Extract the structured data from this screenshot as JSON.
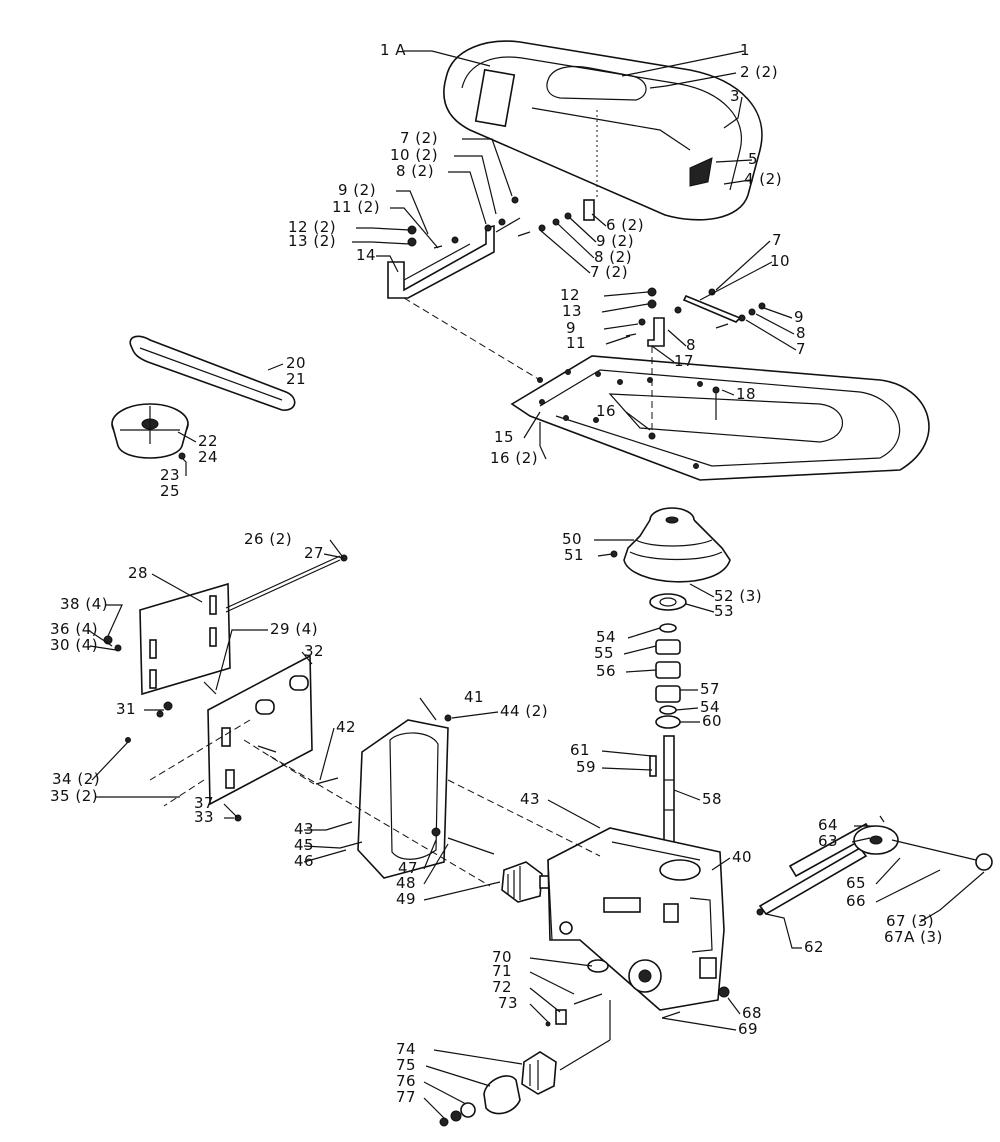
{
  "diagram": {
    "type": "exploded parts diagram",
    "callouts": [
      "1 A",
      "1",
      "2 (2)",
      "3",
      "5",
      "4 (2)",
      "7 (2)",
      "10 (2)",
      "8 (2)",
      "9 (2)",
      "11 (2)",
      "12 (2)",
      "13 (2)",
      "14",
      "6 (2)",
      "9 (2)",
      "8 (2)",
      "7 (2)",
      "7",
      "10",
      "12",
      "13",
      "9",
      "11",
      "8",
      "17",
      "9",
      "8",
      "7",
      "20",
      "21",
      "22",
      "24",
      "23",
      "25",
      "18",
      "16",
      "15",
      "16 (2)",
      "50",
      "51",
      "52 (3)",
      "53",
      "54",
      "55",
      "56",
      "57",
      "54",
      "60",
      "26 (2)",
      "27",
      "28",
      "38 (4)",
      "36 (4)",
      "30 (4)",
      "29 (4)",
      "32",
      "31",
      "41",
      "44 (2)",
      "42",
      "34 (2)",
      "35 (2)",
      "37",
      "33",
      "61",
      "59",
      "58",
      "43",
      "43",
      "45",
      "46",
      "47",
      "48",
      "49",
      "40",
      "64",
      "63",
      "65",
      "66",
      "67 (3)",
      "67A (3)",
      "62",
      "70",
      "71",
      "72",
      "73",
      "68",
      "69",
      "74",
      "75",
      "76",
      "77"
    ]
  }
}
